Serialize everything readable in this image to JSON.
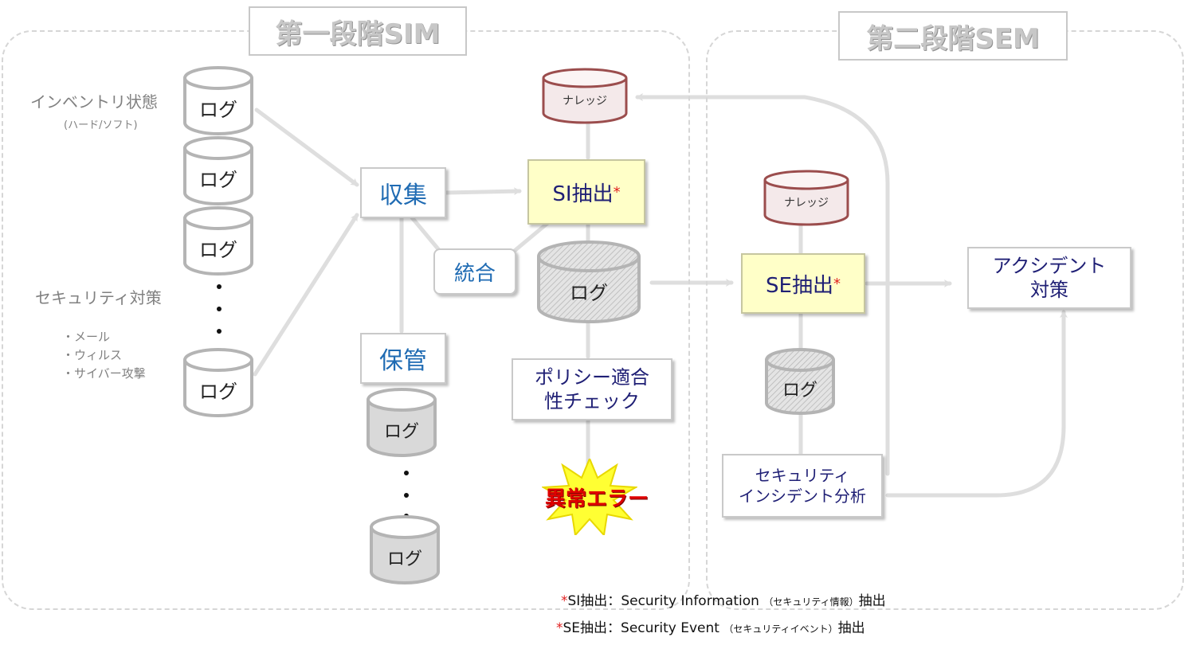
{
  "stage1": {
    "title": "第一段階SIM"
  },
  "stage2": {
    "title": "第二段階SEM"
  },
  "left_labels": {
    "inventory": "インベントリ状態",
    "inventory_sub": "(ハード/ソフト)",
    "security": "セキュリティ対策",
    "items": [
      "・メール",
      "・ウィルス",
      "・サイバー攻撃"
    ]
  },
  "log_label": "ログ",
  "knowledge_label": "ナレッジ",
  "boxes": {
    "collect": "収集",
    "integrate": "統合",
    "store": "保管",
    "si_extract": "SI抽出",
    "se_extract": "SE抽出",
    "asterisk": "*",
    "policy": "ポリシー適合\n性チェック",
    "incident_analysis": "セキュリティ\nインシデント分析",
    "accident": "アクシデント\n対策"
  },
  "error_burst": "異常エラー",
  "footnotes": [
    {
      "star": "*",
      "term": "SI抽出：",
      "english": "Security Information",
      "paren": "（セキュリティ情報）",
      "tail": "抽出"
    },
    {
      "star": "*",
      "term": "SE抽出：",
      "english": "Security Event",
      "paren": "（セキュリティイベント）",
      "tail": "抽出"
    }
  ],
  "colors": {
    "knowledge_fill": "#f4e9ea",
    "knowledge_stroke": "#9b4d4d",
    "highlight_fill": "#ffffc8",
    "error_burst_fill": "#ffff33",
    "error_text": "#e00000",
    "asterisk": "#e02020",
    "blue_text": "#1f6bb3",
    "navy_text": "#1f1f75"
  }
}
